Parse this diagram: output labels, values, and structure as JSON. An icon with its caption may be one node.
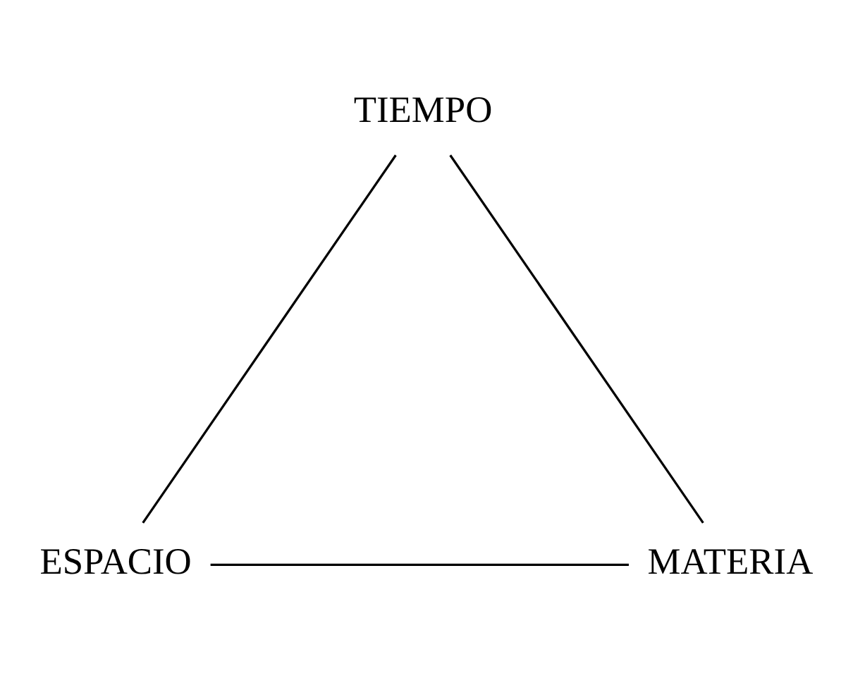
{
  "diagram": {
    "nodes": [
      {
        "text": [
          "TIEMPO"
        ]
      },
      {
        "text": [
          "ESPACIO"
        ]
      },
      {
        "text": [
          "MATERIA"
        ]
      }
    ],
    "edges": [
      {
        "from": 0,
        "to": 1,
        "arrow": "none"
      },
      {
        "from": 0,
        "to": 2,
        "arrow": "none"
      },
      {
        "from": 1,
        "to": 2,
        "arrow": "none"
      }
    ]
  }
}
